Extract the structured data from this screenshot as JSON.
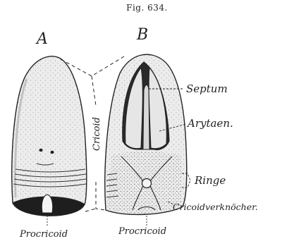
{
  "figure": {
    "title": "Fig. 634."
  },
  "labels": {
    "view_a": "A",
    "view_b": "B",
    "cricoid": "Cricoid",
    "septum": "Septum",
    "arytaen": "Arytaen.",
    "ringe": "Ringe",
    "cricoidverknocher": "Cricoidverknöcher.",
    "procricoid_a": "Procricoid",
    "procricoid_b": "Procricoid"
  }
}
